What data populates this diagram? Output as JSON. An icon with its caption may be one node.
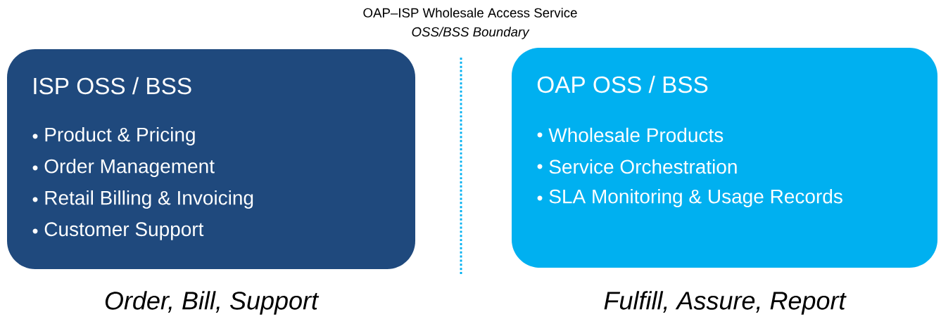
{
  "diagram": {
    "title": "OAP–ISP Wholesale Access Service",
    "nodes": [
      {
        "text": [
          "ISP OSS / BSS",
          "Product & Pricing",
          "Order Management",
          "Retail Billing & Invoicing",
          "Customer Support"
        ],
        "beside": [
          "Order, Bill, Support"
        ]
      },
      {
        "text": [
          "OAP OSS / BSS",
          "Wholesale Products",
          "Service Orchestration",
          "SLA Monitoring & Usage Records"
        ],
        "beside": [
          "Fulfill, Assure, Report"
        ]
      }
    ],
    "labels": [
      "OSS/BSS Boundary"
    ]
  }
}
